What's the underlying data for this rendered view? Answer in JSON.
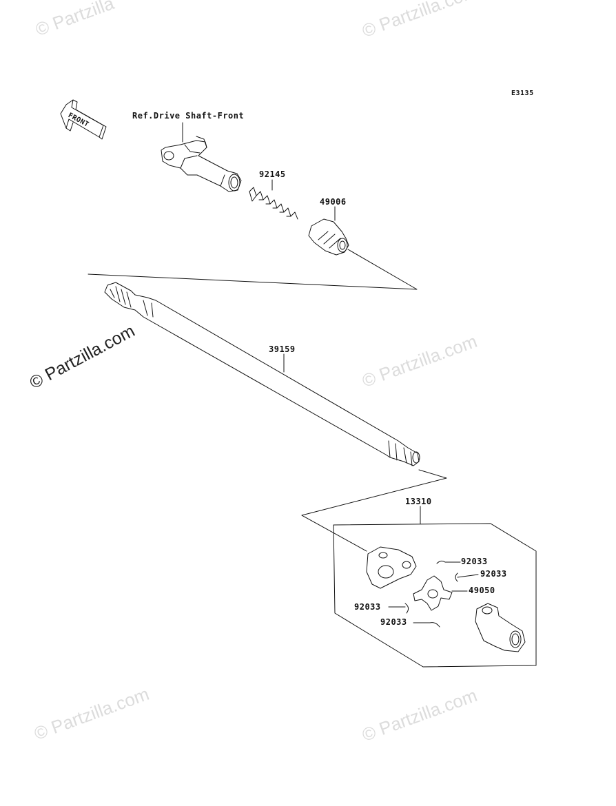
{
  "diagram": {
    "code": "E3135",
    "front_label": "FRONT",
    "ref_label": "Ref.Drive Shaft-Front",
    "parts": {
      "spring": "92145",
      "boot": "49006",
      "shaft": "39159",
      "joint_assy": "13310",
      "circlip_1": "92033",
      "circlip_2": "92033",
      "circlip_3": "92033",
      "circlip_4": "92033",
      "spider": "49050"
    }
  },
  "watermarks": {
    "top_left": "© Partzilla",
    "top_right": "© Partzilla.com",
    "mid_left": "© Partzilla.com",
    "mid_right": "© Partzilla.com",
    "bottom_left": "© Partzilla.com",
    "bottom_right": "© Partzilla.com"
  }
}
